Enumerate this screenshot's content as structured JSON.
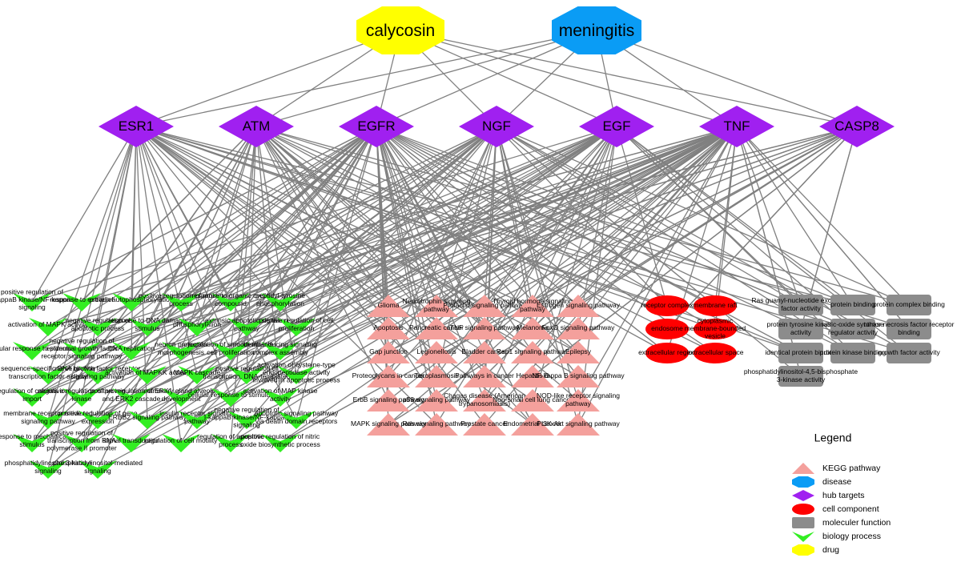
{
  "drugs": [
    {
      "id": "d0",
      "label": "calycosin"
    }
  ],
  "diseases": [
    {
      "id": "m0",
      "label": "meningitis"
    }
  ],
  "hubs": [
    {
      "id": "h0",
      "label": "ESR1"
    },
    {
      "id": "h1",
      "label": "ATM"
    },
    {
      "id": "h2",
      "label": "EGFR"
    },
    {
      "id": "h3",
      "label": "NGF"
    },
    {
      "id": "h4",
      "label": "EGF"
    },
    {
      "id": "h5",
      "label": "TNF"
    },
    {
      "id": "h6",
      "label": "CASP8"
    }
  ],
  "biology_process": [
    "positive regulation of I-kappaB kinase/NF-kappaB signaling",
    "response to estradiol",
    "protein autophosphorylation",
    "positive regulation of protein process",
    "response to organic cyclic compound",
    "peptidyl-tyrosine phosphorylation",
    "activation of MAPK activity",
    "negative regulation of apoptotic process",
    "response to DNA damage stimulus",
    "phosphorylation",
    "extrinsic apoptotic signaling pathway",
    "positive regulation of cell proliferation",
    "cellular response to stimulus",
    "negative regulation of epidermal growth factor receptor signaling pathway",
    "DNA replication",
    "neuron projection morphogenesis",
    "regulation of smooth muscle cell proliferation",
    "death-inducing signaling complex assembly",
    "sequence-specific DNA binding transcription factor activity",
    "nerve growth factor receptor signaling pathway",
    "activation of MAPKK activity",
    "MAPK cascade",
    "positive regulation of transcription, DNA-templated",
    "activation of cysteine-type endopeptidase activity involved in apoptotic process",
    "regulation of calcium ion import",
    "negative regulation of protein kinase",
    "positive regulation of ERK1 and ERK2 cascade",
    "mammary gland alveolus development",
    "cellular response to stimulus",
    "activation of MAP kinase activity",
    "membrane receptor mediated signaling pathway",
    "positive regulation of gene expression",
    "ERBB2 signaling pathway",
    "insulin receptor signaling pathway",
    "negative regulation of I-kappaB kinase/NF-kappaB signaling",
    "apoptotic signaling pathway via death domain receptors",
    "response to mechanical stimulus",
    "positive regulation of transcription from RNA polymerase II promoter",
    "signal transduction",
    "regulation of cell motility",
    "regulation of apoptotic process",
    "positive regulation of nitric oxide biosynthetic process",
    "phosphatidylinositol 3-kinase signaling",
    "phosphatidylinositol-mediated signaling"
  ],
  "kegg_pathway": [
    "Glioma",
    "Neurotrophin signaling pathway",
    "Prolactin signaling pathway",
    "Thyroid hormone signaling pathway",
    "Estrogen signaling pathway",
    "Apoptosis",
    "Pancreatic cancer",
    "TNF signaling pathway",
    "Melanoma",
    "FoxO signaling pathway",
    "Gap junction",
    "Legionellosis",
    "Bladder cancer",
    "Rap1 signaling pathway",
    "Epilepsy",
    "Proteoglycans in cancer",
    "Toxoplasmosis",
    "Pathways in cancer",
    "Hepatitis B",
    "NF-kappa B signaling pathway",
    "ErbB signaling pathway",
    "p53 signaling pathway",
    "Chagas disease (American trypanosomiasis)",
    "Non-small cell lung cancer",
    "NOD-like receptor signaling pathway",
    "MAPK signaling pathway",
    "Ras signaling pathway",
    "Prostate cancer",
    "Endometrial cancer",
    "PI3K-Akt signaling pathway"
  ],
  "cell_component": [
    "receptor complex",
    "membrane raft",
    "endosome",
    "cytoplasmic membrane-bounded vesicle",
    "extracellular region",
    "extracellular space"
  ],
  "molecular_function": [
    "Ras guanyl-nucleotide exchange factor activity",
    "protein binding",
    "protein complex binding",
    "protein tyrosine kinase activity",
    "nitric-oxide synthase regulator activity",
    "tumor necrosis factor receptor binding",
    "identical protein binding",
    "protein kinase binding",
    "growth factor activity",
    "phosphatidylinositol-4,5-bisphosphate 3-kinase activity"
  ],
  "legend": {
    "title": "Legend",
    "items": [
      {
        "shape": "triangle",
        "color": "#F4A09C",
        "label": "KEGG pathway"
      },
      {
        "shape": "octagon",
        "color": "#0A9CF5",
        "label": "disease"
      },
      {
        "shape": "diamond",
        "color": "#A020F0",
        "label": "hub targets"
      },
      {
        "shape": "ellipse",
        "color": "#FF0000",
        "label": "cell component"
      },
      {
        "shape": "rect",
        "color": "#8C8C8C",
        "label": "moleculer function"
      },
      {
        "shape": "vee",
        "color": "#33EE22",
        "label": "biology process"
      },
      {
        "shape": "octagon",
        "color": "#FFFF00",
        "label": "drug"
      }
    ]
  },
  "colors": {
    "drug": "#FFFF00",
    "disease": "#0A9CF5",
    "hub": "#A020F0",
    "kegg": "#F4A09C",
    "cell_component": "#FF0000",
    "molecular_function": "#8C8C8C",
    "biology_process": "#33EE22",
    "edge": "#808080"
  }
}
